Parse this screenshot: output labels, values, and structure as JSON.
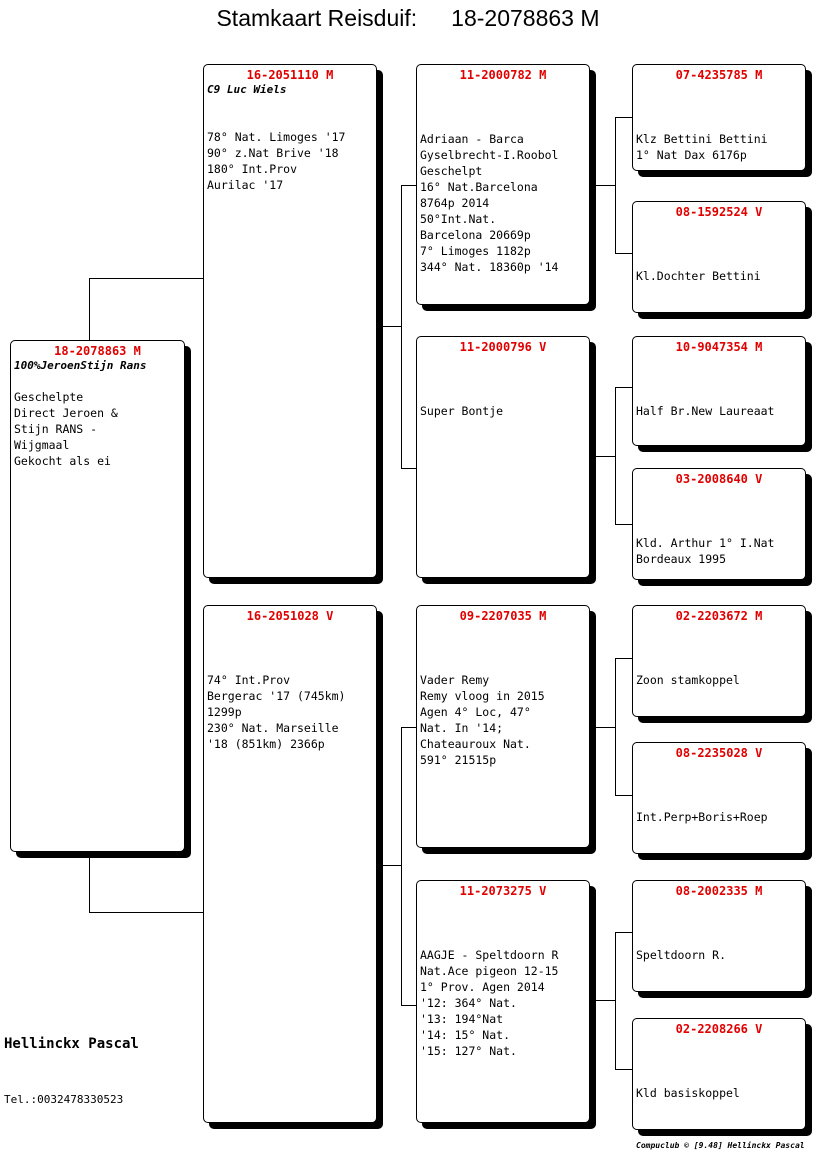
{
  "header": {
    "title_label": "Stamkaart Reisduif:",
    "title_ring": "18-2078863 M"
  },
  "subject": {
    "ring": "18-2078863 M",
    "name": "100%JeroenStijn Rans",
    "info": "\nGeschelpte\nDirect Jeroen &\nStijn RANS -\nWijgmaal\nGekocht als ei"
  },
  "father": {
    "ring": "16-2051110 M",
    "name": "C9 Luc Wiels",
    "info": "\n\n78° Nat. Limoges '17\n90° z.Nat Brive '18\n180° Int.Prov\nAurilac '17"
  },
  "mother": {
    "ring": "16-2051028 V",
    "name": "",
    "info": "\n\n\n74° Int.Prov\nBergerac '17 (745km)\n1299p\n230° Nat. Marseille\n'18 (851km) 2366p"
  },
  "ff": {
    "ring": "11-2000782 M",
    "name": "",
    "info": "\n\n\nAdriaan - Barca\nGyselbrecht-I.Roobol\nGeschelpt\n16° Nat.Barcelona\n8764p 2014\n50°Int.Nat.\nBarcelona 20669p\n7° Limoges 1182p\n344° Nat. 18360p '14"
  },
  "fm": {
    "ring": "11-2000796 V",
    "name": "",
    "info": "\n\n\nSuper Bontje"
  },
  "mf": {
    "ring": "09-2207035 M",
    "name": "",
    "info": "\n\n\nVader Remy\nRemy vloog in 2015\nAgen 4° Loc, 47°\nNat. In '14;\nChateauroux Nat.\n591° 21515p"
  },
  "mm": {
    "ring": "11-2073275 V",
    "name": "",
    "info": "\n\n\nAAGJE - Speltdoorn R\nNat.Ace pigeon 12-15\n1° Prov. Agen 2014\n'12: 364° Nat.\n'13: 194°Nat\n'14: 15° Nat.\n'15: 127° Nat."
  },
  "fff": {
    "ring": "07-4235785 M",
    "info": "\n\n\nKlz Bettini Bettini\n1° Nat Dax 6176p"
  },
  "ffm": {
    "ring": "08-1592524 V",
    "info": "\n\n\nKl.Dochter Bettini"
  },
  "fmf": {
    "ring": "10-9047354 M",
    "info": "\n\n\nHalf Br.New Laureaat"
  },
  "fmm": {
    "ring": "03-2008640 V",
    "info": "\n\n\nKld. Arthur 1° I.Nat\nBordeaux 1995"
  },
  "mff": {
    "ring": "02-2203672 M",
    "info": "\n\n\nZoon stamkoppel"
  },
  "mfm": {
    "ring": "08-2235028 V",
    "info": "\n\n\nInt.Perp+Boris+Roep"
  },
  "mmf": {
    "ring": "08-2002335 M",
    "info": "\n\n\nSpeltdoorn R."
  },
  "mmm": {
    "ring": "02-2208266 V",
    "info": "\n\n\nKld basiskoppel"
  },
  "owner": {
    "name": "Hellinckx Pascal",
    "tel": "Tel.:0032478330523"
  },
  "footer": "Compuclub © [9.48]  Hellinckx Pascal"
}
